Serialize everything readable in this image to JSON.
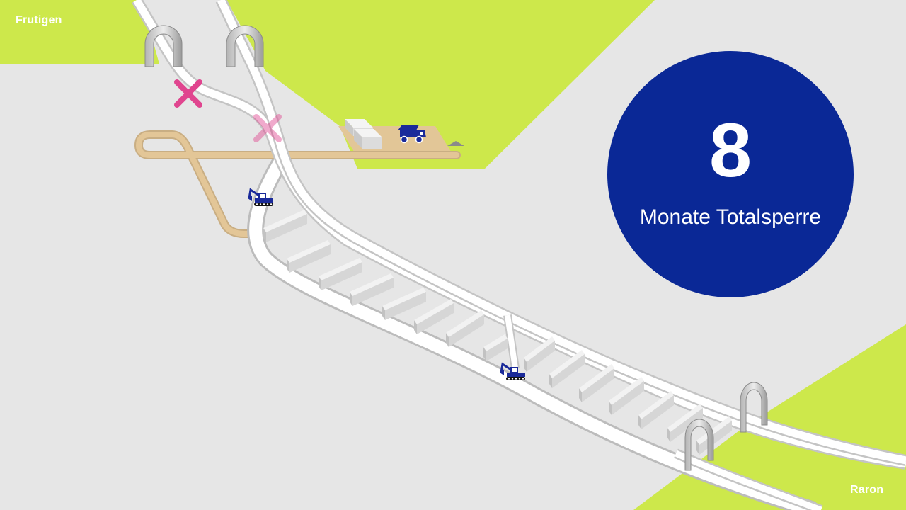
{
  "labels": {
    "origin": "Frutigen",
    "destination": "Raron"
  },
  "badge": {
    "number": "8",
    "caption": "Monate Totalsperre"
  },
  "colors": {
    "background": "#e6e6e6",
    "terrain": "#cde84b",
    "badge": "#0a2896",
    "closure_mark": "#e0458f",
    "detour_track": "#dfc08e",
    "machinery": "#1a2a9a"
  },
  "icons": [
    "tunnel-portal-icon",
    "closed-x-icon",
    "excavator-icon",
    "dump-truck-icon"
  ]
}
